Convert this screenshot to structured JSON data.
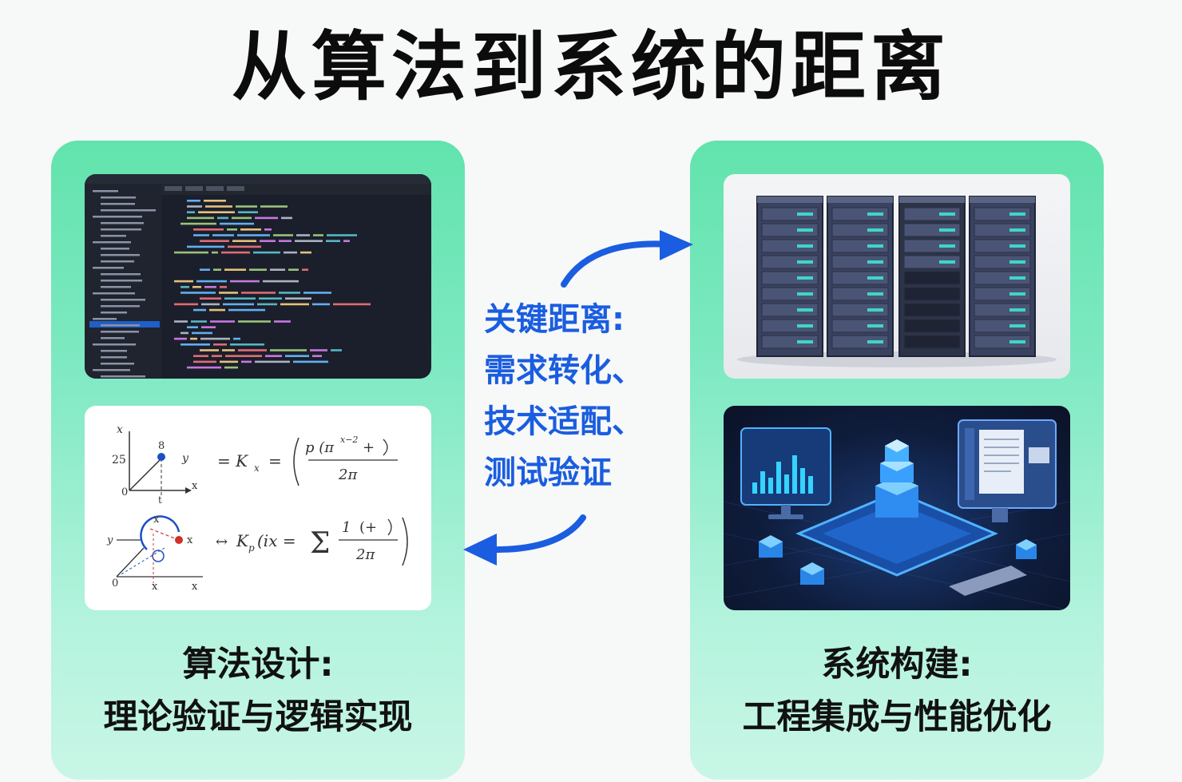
{
  "title": "从算法到系统的距离",
  "left_panel": {
    "caption_line1": "算法设计:",
    "caption_line2": "理论验证与逻辑实现",
    "formula_card": {
      "axis_top": "x",
      "axis_value": "25",
      "point_label": "8",
      "y_label": "y",
      "origin": "0",
      "x_label": "x",
      "t_label": "t",
      "eq1_lhs": "= K",
      "eq1_sub": "x",
      "eq1_mid": "=",
      "eq1_num": "p (π",
      "eq1_num_exp": "x−2",
      "eq1_num_tail": "+",
      "eq1_den": "2π",
      "eq2_prefix": "↔",
      "eq2_lhs": "K",
      "eq2_lhs_sub": "p",
      "eq2_arg": "(ix =",
      "eq2_sum": "Σ",
      "eq2_num": "1",
      "eq2_num_tail": "(+",
      "eq2_den": "2π",
      "circle_x_top": "x",
      "circle_y": "y",
      "circle_x_right": "x",
      "circle_origin": "0",
      "circle_x_bottom1": "x",
      "circle_x_bottom2": "x"
    }
  },
  "center": {
    "line1": "关键距离:",
    "line2": "需求转化、",
    "line3": "技术适配、",
    "line4": "测试验证",
    "arrow_color": "#1a5de0"
  },
  "right_panel": {
    "caption_line1": "系统构建:",
    "caption_line2": "工程集成与性能优化"
  },
  "colors": {
    "panel_green": "#62e3ad",
    "accent_blue": "#1a5de0",
    "code_bg": "#1b1f2b"
  }
}
